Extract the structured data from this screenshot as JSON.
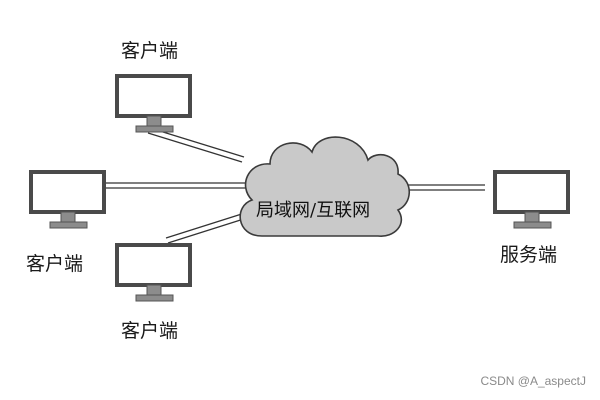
{
  "nodes": {
    "client_top": "客户端",
    "client_left": "客户端",
    "client_bottom": "客户端",
    "server": "服务端"
  },
  "network_label": "局域网/互联网",
  "watermark": "CSDN @A_aspectJ",
  "colors": {
    "monitor_frame": "#4a4a4a",
    "monitor_screen": "#ffffff",
    "monitor_stand": "#8c8c8c",
    "cloud_fill": "#c9c9c9",
    "cloud_stroke": "#3a3a3a",
    "link": "#333333"
  }
}
